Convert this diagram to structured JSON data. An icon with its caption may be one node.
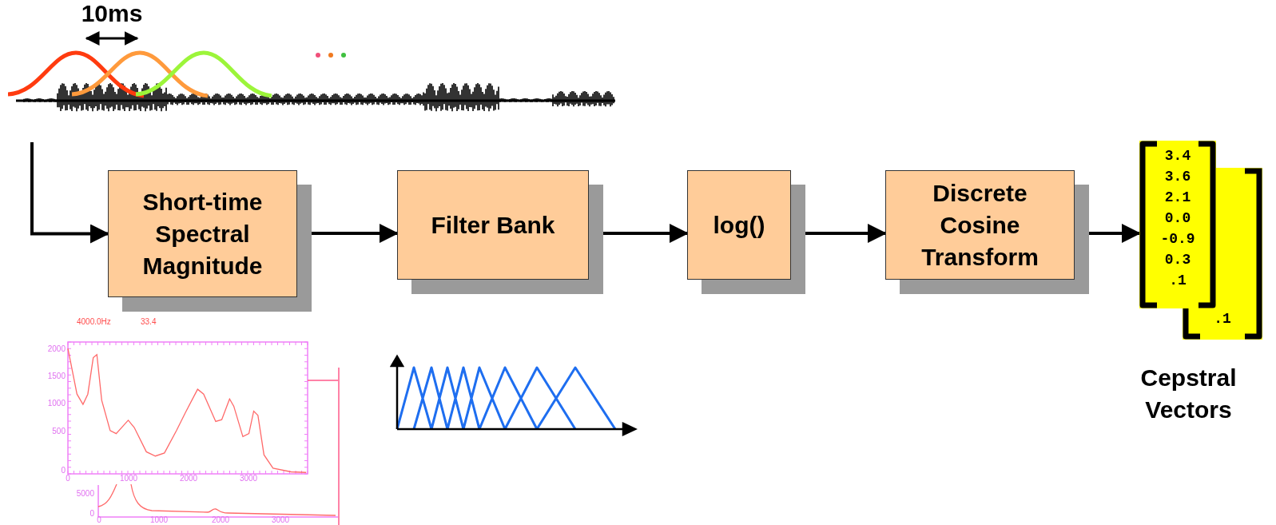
{
  "diagram": {
    "nodes": [
      {
        "text": [],
        "shape": "picture"
      },
      {
        "text": [
          "Short-time Spectral Magnitude"
        ]
      },
      {
        "text": [
          "Filter Bank"
        ]
      },
      {
        "text": [
          "log()"
        ]
      },
      {
        "text": [
          "Discrete Cosine Transform"
        ]
      },
      {
        "text": [
          ".1"
        ]
      },
      {
        "text": [
          "3.4",
          "3.6",
          "2.1",
          "0.0",
          "-0.9",
          "0.3",
          ".1"
        ]
      }
    ],
    "edges": [
      {
        "from": 0,
        "to": 1,
        "arrow": "to"
      },
      {
        "from": 1,
        "to": 2,
        "arrow": "to"
      },
      {
        "from": 2,
        "to": 3,
        "arrow": "to"
      },
      {
        "from": 3,
        "to": 4,
        "arrow": "to"
      },
      {
        "from": 4,
        "to": 6,
        "arrow": "to"
      }
    ],
    "labels": [
      "10ms",
      "4000.0Hz",
      "33.4",
      "2000",
      "1500",
      "1000",
      "500",
      "0",
      "0",
      "1000",
      "2000",
      "3000",
      "5000",
      "0",
      "0",
      "1000",
      "2000",
      "3000",
      "Cepstral Vectors"
    ]
  }
}
